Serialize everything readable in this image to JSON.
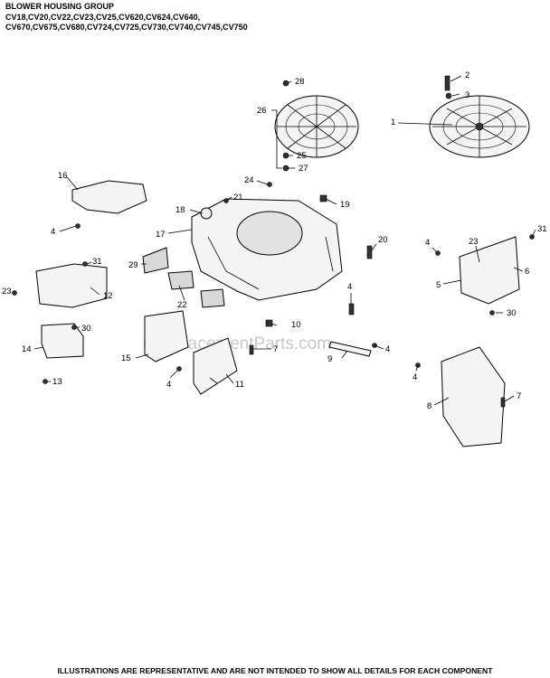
{
  "header": {
    "title": "BLOWER HOUSING GROUP",
    "models_line1": "CV18,CV20,CV22,CV23,CV25,CV620,CV624,CV640,",
    "models_line2": "CV670,CV675,CV680,CV724,CV725,CV730,CV740,CV745,CV750"
  },
  "watermark": "eReplacementParts.com",
  "footer": "ILLUSTRATIONS ARE REPRESENTATIVE AND ARE NOT INTENDED TO SHOW ALL DETAILS FOR EACH COMPONENT",
  "callouts": [
    "1",
    "2",
    "3",
    "4",
    "5",
    "6",
    "7",
    "8",
    "9",
    "10",
    "11",
    "12",
    "13",
    "14",
    "15",
    "16",
    "17",
    "18",
    "19",
    "20",
    "21",
    "22",
    "23",
    "24",
    "25",
    "26",
    "27",
    "28",
    "29",
    "30",
    "31"
  ]
}
